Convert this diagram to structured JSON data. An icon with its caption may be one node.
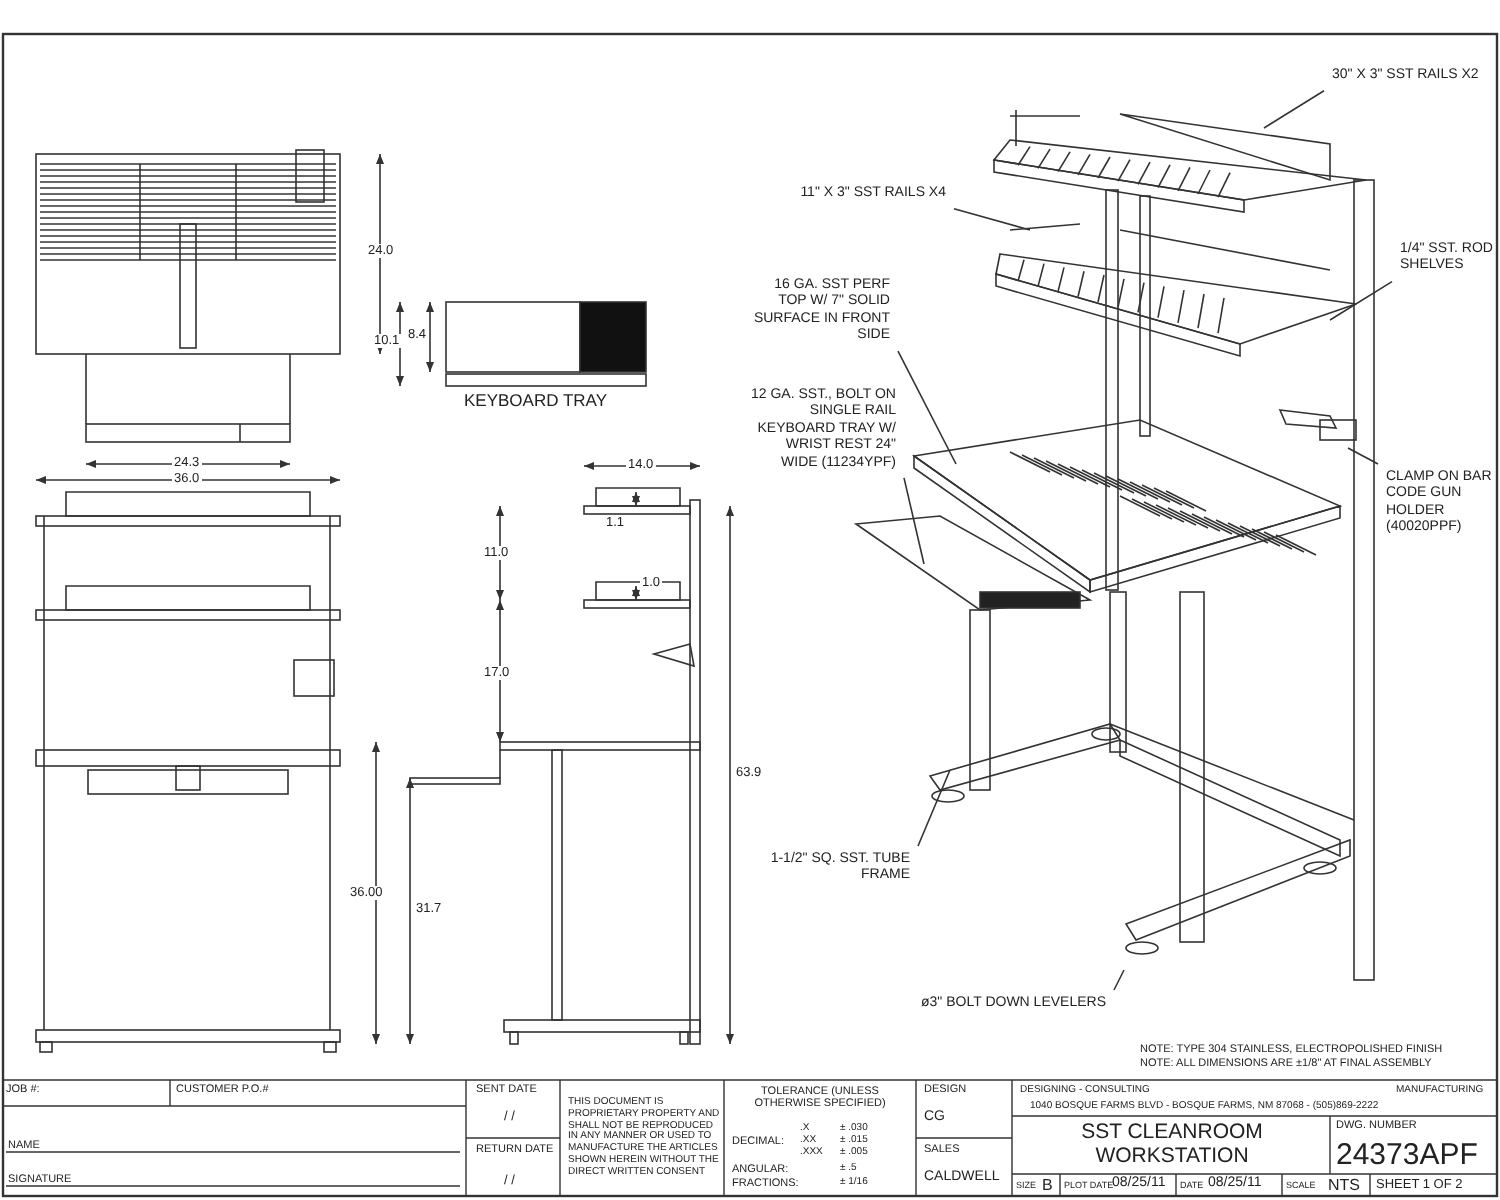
{
  "diagram": {
    "nodes": [
      {
        "text": [
          "30\" X 3\" SST RAILS X2"
        ]
      },
      {
        "text": [
          "11\" X 3\" SST RAILS X4"
        ]
      },
      {
        "text": [
          "1/4\" SST. ROD SHELVES"
        ]
      },
      {
        "text": [
          "16 GA. SST PERF TOP W/ 7\" SOLID SURFACE IN FRONT SIDE"
        ]
      },
      {
        "text": [
          "12 GA. SST., BOLT ON SINGLE RAIL KEYBOARD TRAY W/ WRIST REST 24\" WIDE (11234YPF)"
        ]
      },
      {
        "text": [
          "CLAMP ON BAR CODE GUN HOLDER (40020PPF)"
        ]
      },
      {
        "text": [
          "1-1/2\" SQ. SST. TUBE FRAME"
        ]
      },
      {
        "text": [
          "ø3\" BOLT DOWN LEVELERS"
        ]
      }
    ],
    "edges": [
      {
        "from": 0,
        "to": null,
        "arrow": "none"
      },
      {
        "from": 1,
        "to": null,
        "arrow": "none"
      },
      {
        "from": 2,
        "to": null,
        "arrow": "none"
      },
      {
        "from": 3,
        "to": null,
        "arrow": "none"
      },
      {
        "from": 4,
        "to": null,
        "arrow": "none"
      },
      {
        "from": 5,
        "to": null,
        "arrow": "none"
      },
      {
        "from": 6,
        "to": null,
        "arrow": "none"
      },
      {
        "from": 7,
        "to": null,
        "arrow": "none"
      }
    ],
    "labels": [
      "24.0",
      "10.1",
      "8.4",
      "KEYBOARD TRAY",
      "24.3",
      "36.0",
      "14.0",
      "1.1",
      "1.0",
      "11.0",
      "17.0",
      "63.9",
      "36.00",
      "31.7",
      "NOTE: TYPE 304 STAINLESS, ELECTROPOLISHED FINISH",
      "NOTE: ALL DIMENSIONS ARE ±1/8\" AT FINAL ASSEMBLY",
      "JOB #:",
      "CUSTOMER P.O.#",
      "NAME",
      "SIGNATURE",
      "SENT DATE",
      "/ /",
      "RETURN DATE",
      "/ /",
      "THIS DOCUMENT IS PROPRIETARY PROPERTY AND SHALL NOT BE REPRODUCED IN ANY MANNER OR USED TO MANUFACTURE THE ARTICLES SHOWN HEREIN WITHOUT THE DIRECT WRITTEN CONSENT",
      "TOLERANCE (UNLESS OTHERWISE SPECIFIED)",
      "DECIMAL:",
      ".X",
      "± .030",
      ".XX",
      "± .015",
      ".XXX",
      "± .005",
      "ANGULAR:",
      "± .5",
      "FRACTIONS:",
      "± 1/16",
      "DESIGN",
      "CG",
      "SALES",
      "CALDWELL",
      "DESIGNING - CONSULTING",
      "MANUFACTURING",
      "1040 BOSQUE FARMS BLVD - BOSQUE FARMS, NM 87068 - (505)869-2222",
      "SST CLEANROOM WORKSTATION",
      "DWG. NUMBER",
      "24373APF",
      "SIZE",
      "B",
      "PLOT DATE",
      "08/25/11",
      "DATE",
      "08/25/11",
      "SCALE",
      "NTS",
      "SHEET 1 OF 2"
    ]
  }
}
